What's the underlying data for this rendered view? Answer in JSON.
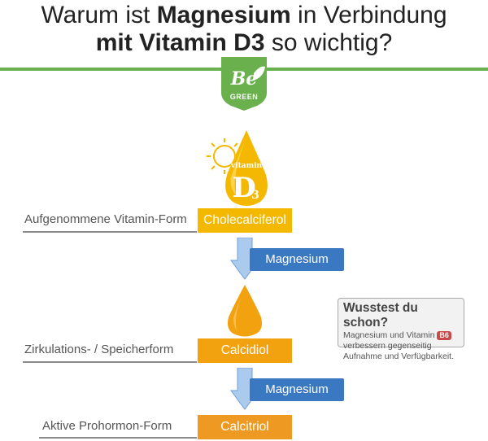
{
  "title": {
    "line1_pre": "Warum ist ",
    "line1_bold": "Magnesium",
    "line1_post": " in Verbindung",
    "line2_bold": "mit Vitamin D3",
    "line2_post": " so wichtig?"
  },
  "logo": {
    "mark": "Be",
    "word": "GREEN",
    "icon": "leaf-icon"
  },
  "drop1": {
    "word": "vitamin",
    "letter": "D",
    "sub": "3",
    "icon": "sun-icon"
  },
  "steps": [
    {
      "side_label": "Aufgenommene Vitamin-Form",
      "form": "Cholecalciferol",
      "color": "#f5b800"
    },
    {
      "side_label": "Zirkulations- / Speicherform",
      "form": "Calcidiol",
      "color": "#f2a10f"
    },
    {
      "side_label": "Aktive Prohormon-Form",
      "form": "Calcitriol",
      "color": "#ee9a22"
    }
  ],
  "magnesium": [
    {
      "label": "Magnesium"
    },
    {
      "label": "Magnesium"
    }
  ],
  "info": {
    "title": "Wusstest du schon?",
    "line1_pre": "Magnesium und Vitamin ",
    "badge": "B6",
    "line2": "verbessern gegenseitig",
    "line3": "Aufnahme und Verfügbarkeit."
  },
  "colors": {
    "green": "#6ab04c",
    "blue": "#3a78c2",
    "arrow": "#aacbee"
  }
}
